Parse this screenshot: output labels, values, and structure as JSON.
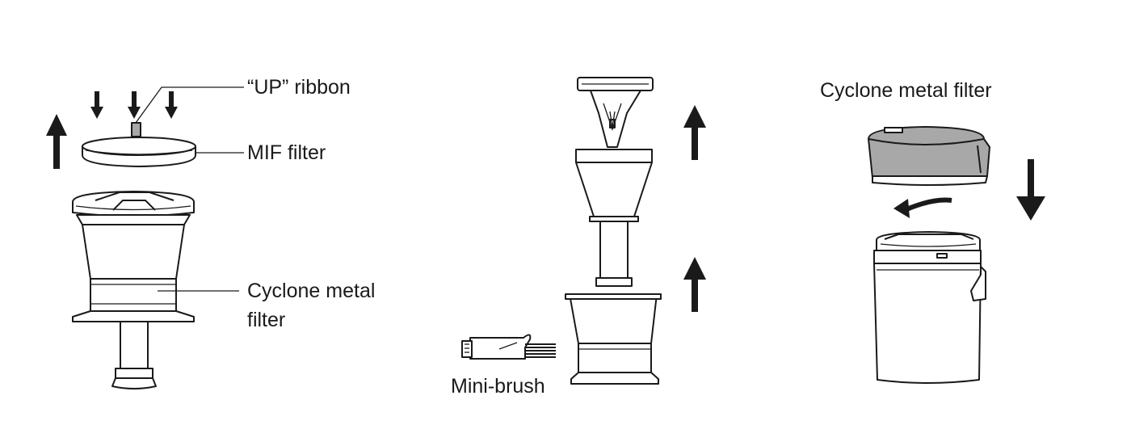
{
  "labels": {
    "up_ribbon": "“UP” ribbon",
    "mif_filter": "MIF filter",
    "cyclone_filter_left_1": "Cyclone metal",
    "cyclone_filter_left_2": "filter",
    "mini_brush": "Mini-brush",
    "cyclone_filter_right": "Cyclone metal filter"
  },
  "icons": {
    "arrow_up": "arrow-up-icon",
    "arrow_down": "arrow-down-icon",
    "rotate": "rotate-arrow-icon"
  },
  "colors": {
    "line": "#1a1a1a",
    "filter_fill": "#a8a8a8",
    "background": "#ffffff"
  }
}
